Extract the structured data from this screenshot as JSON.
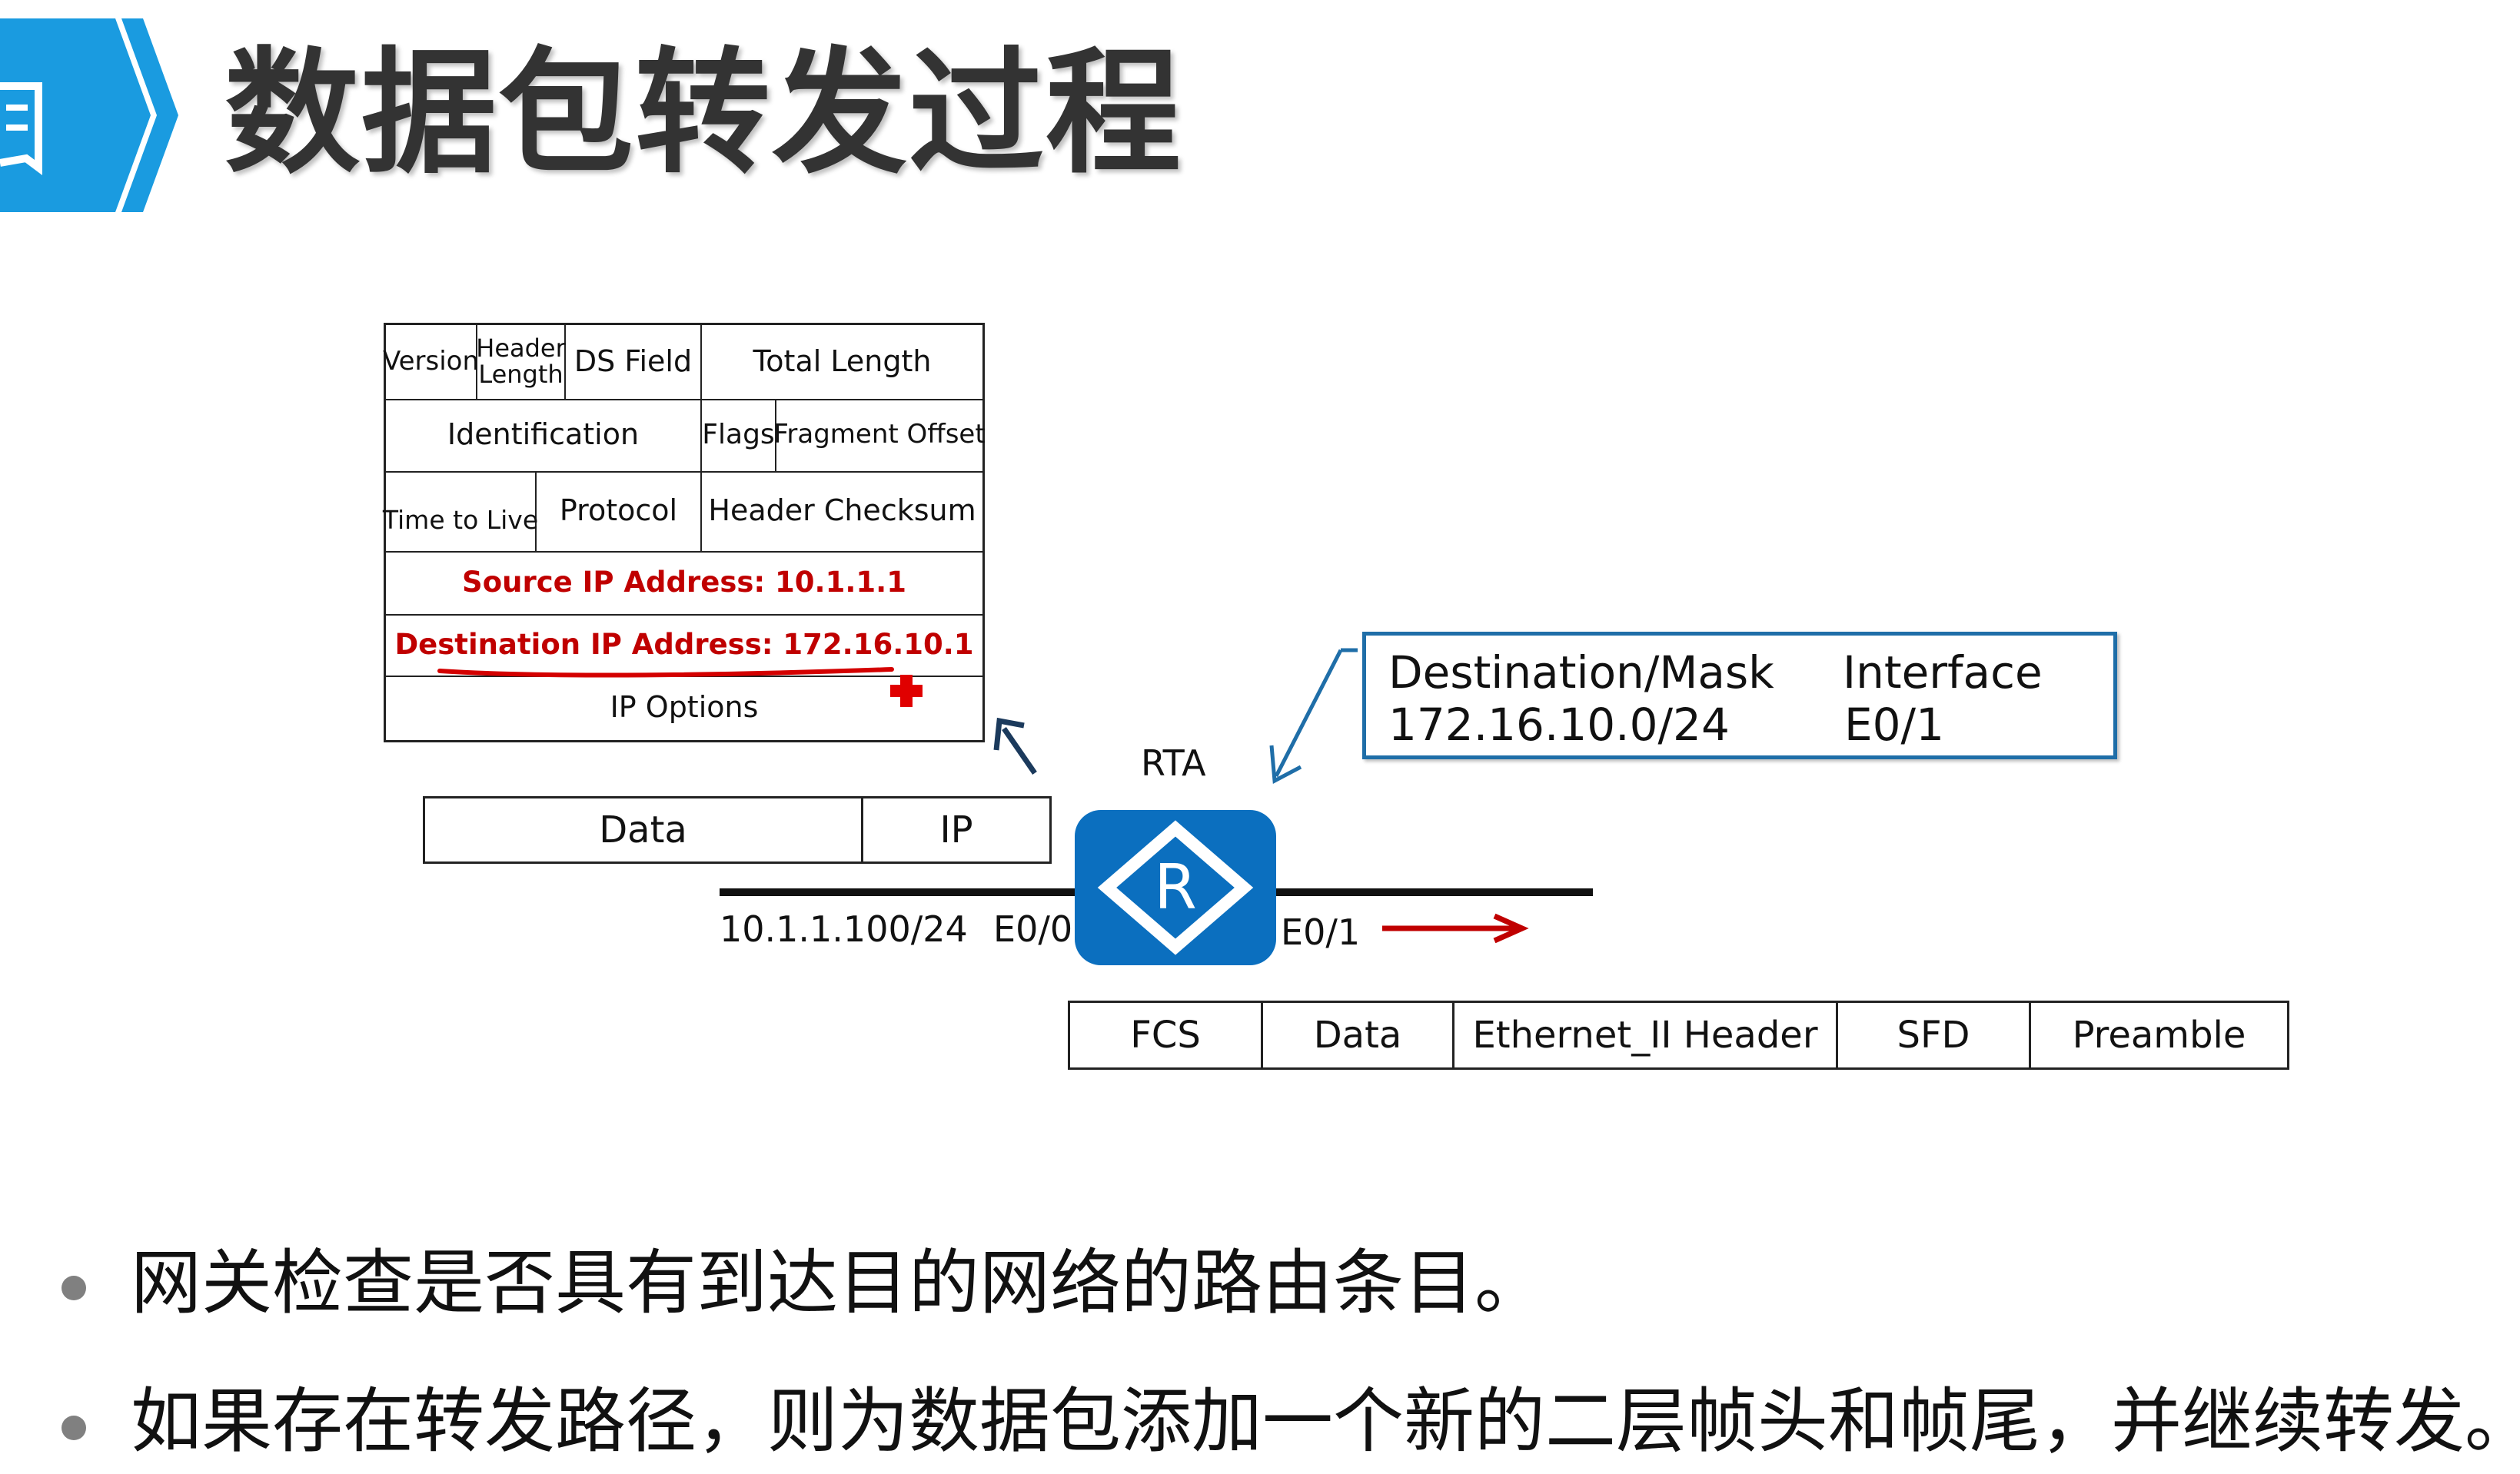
{
  "title": "数据包转发过程",
  "ip_header": {
    "version": "Version",
    "header_length": "Header Length",
    "ds_field": "DS Field",
    "total_length": "Total Length",
    "identification": "Identification",
    "flags": "Flags",
    "fragment_offset": "Fragment Offset",
    "ttl": "Time to Live",
    "protocol": "Protocol",
    "header_checksum": "Header Checksum",
    "source_ip": "Source IP Address:  10.1.1.1",
    "destination_ip": "Destination IP Address:   172.16.10.1",
    "ip_options": "IP  Options"
  },
  "packet": {
    "data": "Data",
    "ip": "IP"
  },
  "router": {
    "name": "RTA",
    "icon_letter": "R",
    "host_address": "10.1.1.100/24",
    "in_interface": "E0/0",
    "out_interface": "E0/1"
  },
  "route_table": {
    "col1_header": "Destination/Mask",
    "col2_header": "Interface",
    "destination": "172.16.10.0/24",
    "interface": "E0/1"
  },
  "frame": {
    "fields": [
      "FCS",
      "Data",
      "Ethernet_II Header",
      "SFD",
      "Preamble"
    ]
  },
  "bullets": [
    "网关检查是否具有到达目的网络的路由条目。",
    "如果存在转发路径，则为数据包添加一个新的二层帧头和帧尾，并继续转发。"
  ],
  "colors": {
    "accent_blue": "#1a9be0",
    "router_blue": "#0b6fbf",
    "route_box_border": "#1f6ea8",
    "highlight_red": "#c00000"
  }
}
